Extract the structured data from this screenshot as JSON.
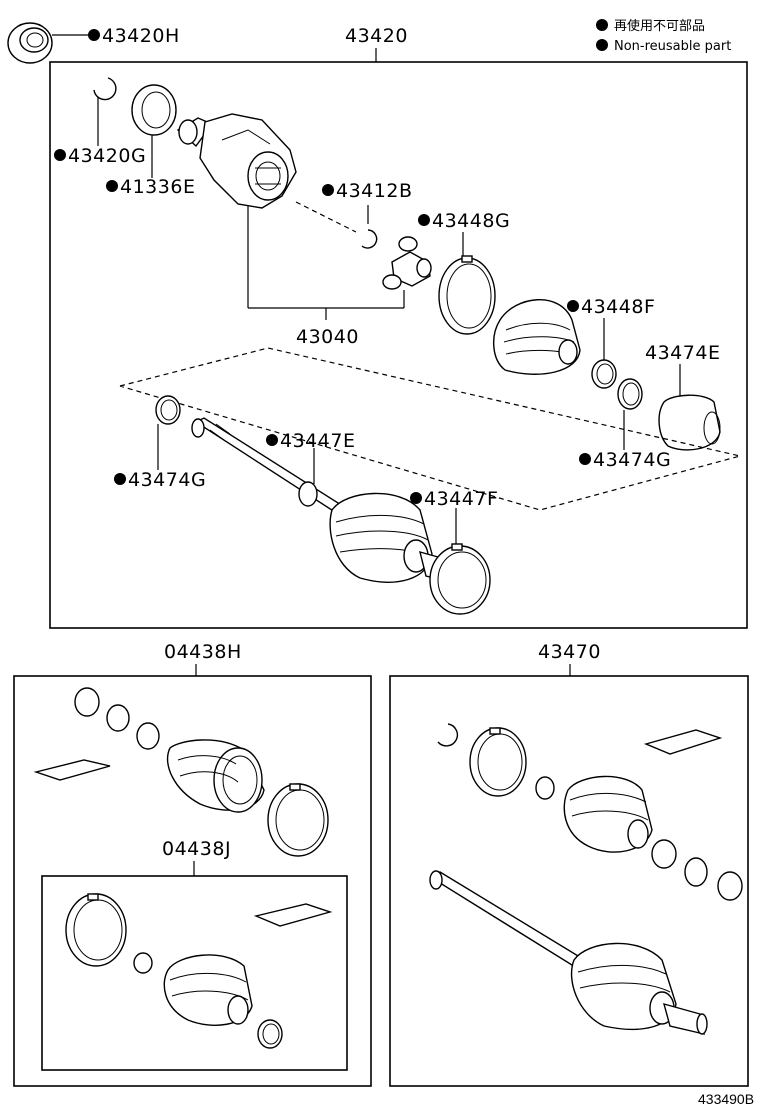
{
  "legend": {
    "line_jp": "再使用不可部品",
    "line_en": "Non-reusable part",
    "bullet_color": "#000000"
  },
  "labels": {
    "p43420H": "43420H",
    "p43420": "43420",
    "p43420G": "43420G",
    "p41336E": "41336E",
    "p43412B": "43412B",
    "p43448G": "43448G",
    "p43040": "43040",
    "p43448F": "43448F",
    "p43474E": "43474E",
    "p43447E": "43447E",
    "p43474G_left": "43474G",
    "p43474G_right": "43474G",
    "p43447F": "43447F",
    "p04438H": "04438H",
    "p43470": "43470",
    "p04438J": "04438J"
  },
  "footer": {
    "code": "433490B"
  },
  "colors": {
    "ink": "#000000",
    "paper": "#ffffff"
  }
}
